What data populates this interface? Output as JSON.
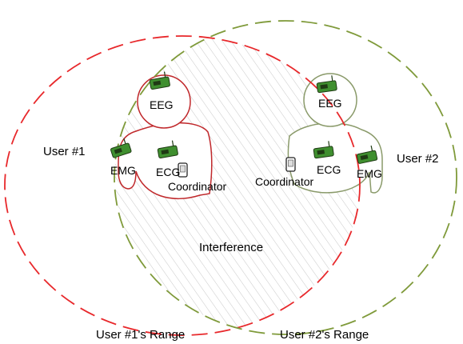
{
  "colors": {
    "user1_range": "#e8282b",
    "user2_range": "#7f9a3a",
    "user1_body": "#c0282b",
    "user2_body": "#8a9a6a",
    "hatch": "#c8c8c8",
    "sensor_green": "#3f8f2f",
    "sensor_dark": "#1f3a14"
  },
  "users": [
    {
      "name": "User #1",
      "range_label": "User #1's Range",
      "sensors": {
        "head": "EEG",
        "arm": "EMG",
        "chest": "ECG"
      },
      "coordinator": "Coordinator"
    },
    {
      "name": "User #2",
      "range_label": "User #2's Range",
      "sensors": {
        "head": "EEG",
        "arm": "EMG",
        "chest": "ECG"
      },
      "coordinator": "Coordinator"
    }
  ],
  "interference_label": "Interference",
  "icons": {
    "sensor": "wireless-sensor-node-icon",
    "coordinator": "handheld-coordinator-icon"
  }
}
